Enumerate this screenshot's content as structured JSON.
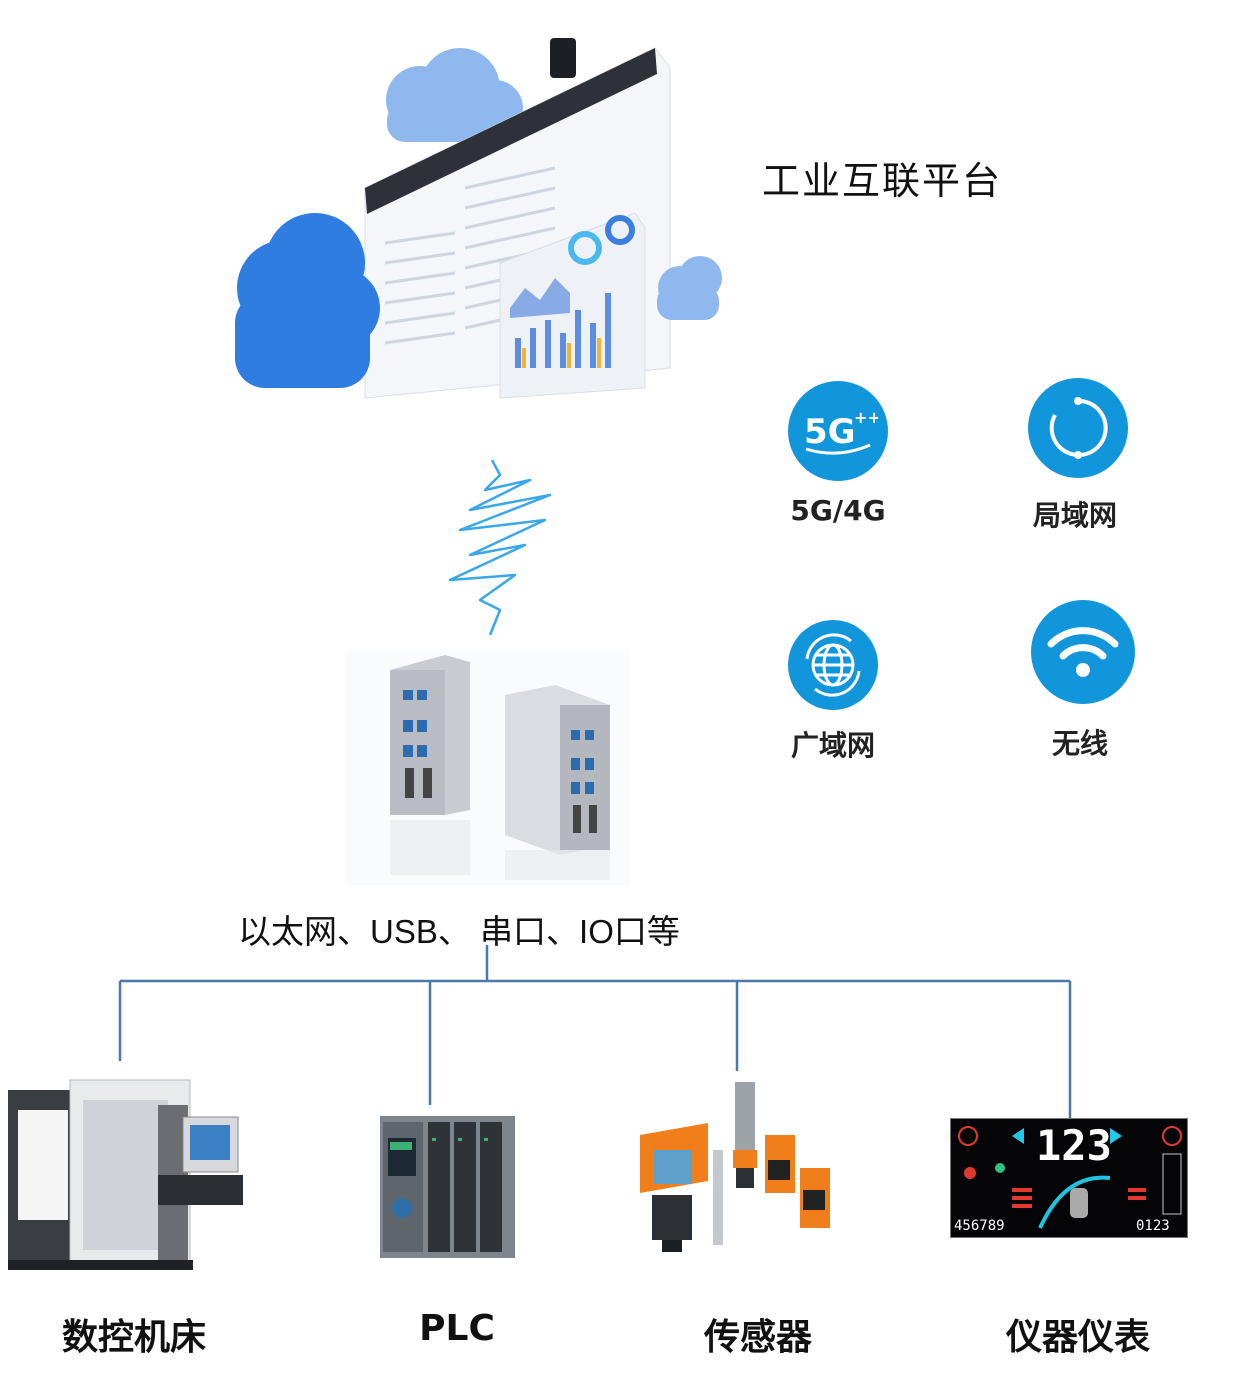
{
  "header": {
    "title": "工业互联平台"
  },
  "network_types": [
    {
      "label": "5G/4G",
      "icon": "5g-icon"
    },
    {
      "label": "局域网",
      "icon": "lan-refresh-icon"
    },
    {
      "label": "广域网",
      "icon": "globe-icon"
    },
    {
      "label": "无线",
      "icon": "wifi-icon"
    }
  ],
  "gateway": {
    "icon": "edge-gateway-device-icon"
  },
  "connection": {
    "label": "以太网、USB、 串口、IO口等"
  },
  "devices": [
    {
      "label": "数控机床",
      "icon": "cnc-machine-icon"
    },
    {
      "label": "PLC",
      "icon": "plc-icon"
    },
    {
      "label": "传感器",
      "icon": "sensor-icon"
    },
    {
      "label": "仪器仪表",
      "icon": "instrument-panel-icon"
    }
  ],
  "colors": {
    "accent": "#1296db",
    "line": "#4a78a8",
    "cloud": "#2f7de1"
  }
}
